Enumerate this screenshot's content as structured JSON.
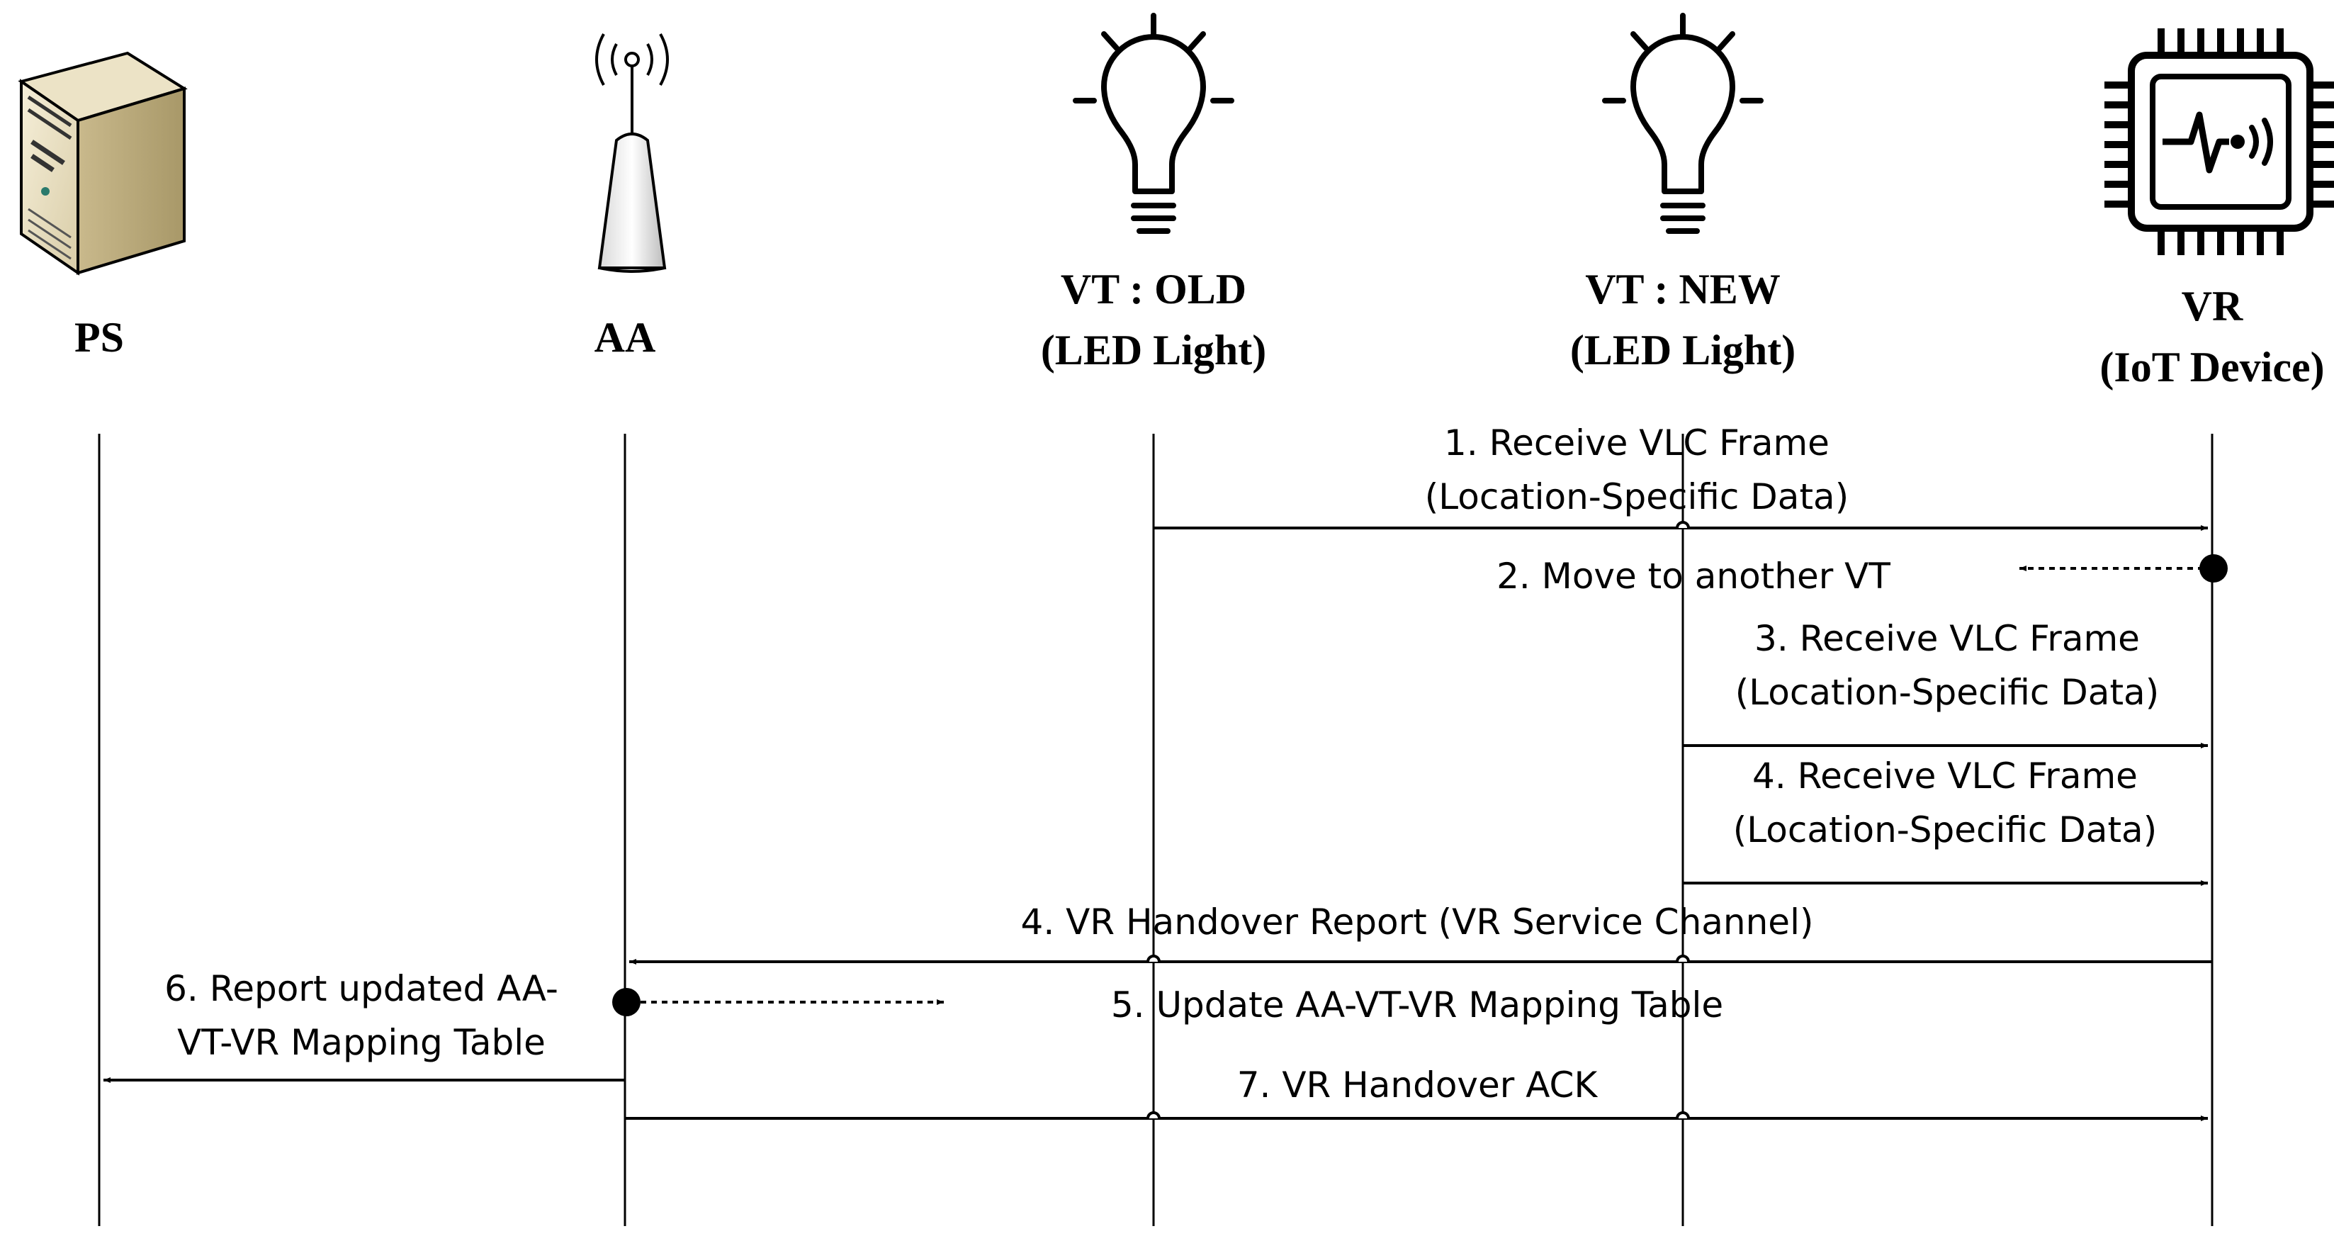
{
  "participants": {
    "ps": {
      "label": "PS"
    },
    "aa": {
      "label": "AA"
    },
    "vt_old": {
      "label_line1": "VT : OLD",
      "label_line2": "(LED Light)"
    },
    "vt_new": {
      "label_line1": "VT : NEW",
      "label_line2": "(LED Light)"
    },
    "vr": {
      "label_line1": "VR",
      "label_line2": "(IoT Device)"
    }
  },
  "messages": {
    "m1": {
      "line1": "1. Receive VLC Frame",
      "line2": "(Location-Specific Data)"
    },
    "m2": {
      "line1": "2. Move to another VT"
    },
    "m3": {
      "line1": "3. Receive VLC Frame",
      "line2": "(Location-Specific Data)"
    },
    "m4": {
      "line1": "4. Receive VLC Frame",
      "line2": "(Location-Specific Data)"
    },
    "m5": {
      "line1": "4. VR Handover Report (VR Service Channel)"
    },
    "m6": {
      "line1": "5. Update AA-VT-VR Mapping Table"
    },
    "m7": {
      "line1": "6. Report updated AA-",
      "line2": "VT-VR Mapping Table"
    },
    "m8": {
      "line1": "7. VR Handover ACK"
    }
  },
  "icons": {
    "ps": "server-icon",
    "aa": "antenna-icon",
    "vt_old": "light-bulb-icon",
    "vt_new": "light-bulb-icon",
    "vr": "iot-chip-icon"
  }
}
